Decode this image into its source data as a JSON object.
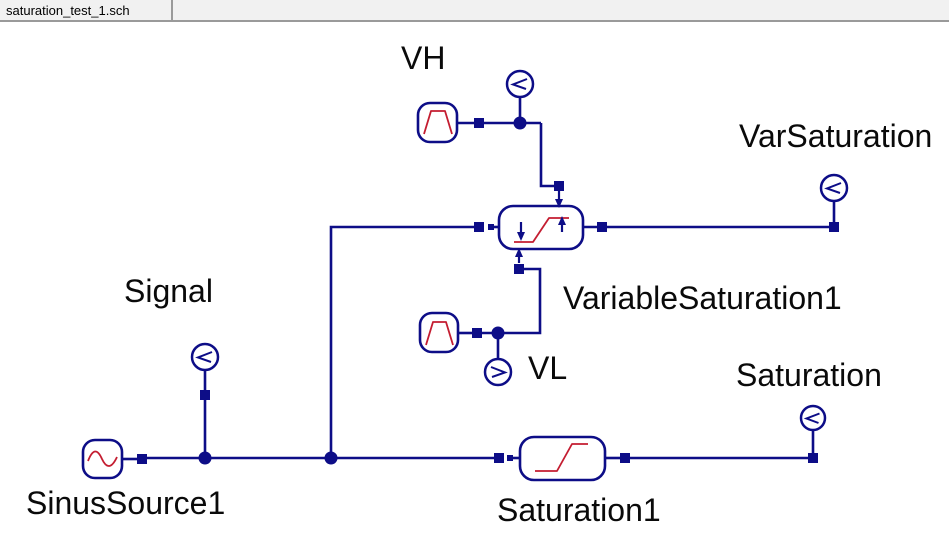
{
  "tab": {
    "label": "saturation_test_1.sch",
    "active": true
  },
  "labels": {
    "vh": "VH",
    "vl": "VL",
    "signal": "Signal",
    "var_saturation": "VarSaturation",
    "variable_saturation1": "VariableSaturation1",
    "saturation": "Saturation",
    "saturation1": "Saturation1",
    "sinus_source1": "SinusSource1"
  },
  "components": [
    {
      "name": "SinusSource1",
      "type": "sine-source"
    },
    {
      "name": "VH source",
      "type": "ramp-source"
    },
    {
      "name": "VL source",
      "type": "ramp-source"
    },
    {
      "name": "VariableSaturation1",
      "type": "variable-saturation-block"
    },
    {
      "name": "Saturation1",
      "type": "saturation-block"
    }
  ],
  "probes": [
    {
      "name": "VH",
      "glyph": "<"
    },
    {
      "name": "Signal",
      "glyph": "<"
    },
    {
      "name": "VarSaturation",
      "glyph": "<"
    },
    {
      "name": "VL",
      "glyph": ">"
    },
    {
      "name": "Saturation",
      "glyph": "<"
    }
  ],
  "colors": {
    "wire": "#0d0d87",
    "component_outline": "#0d0d87",
    "curve_red": "#c41d31",
    "canvas": "#ffffff",
    "tab_background": "#f1f1f1",
    "tab_border": "#9a9a9a",
    "label_text": "#0a0a0a"
  }
}
